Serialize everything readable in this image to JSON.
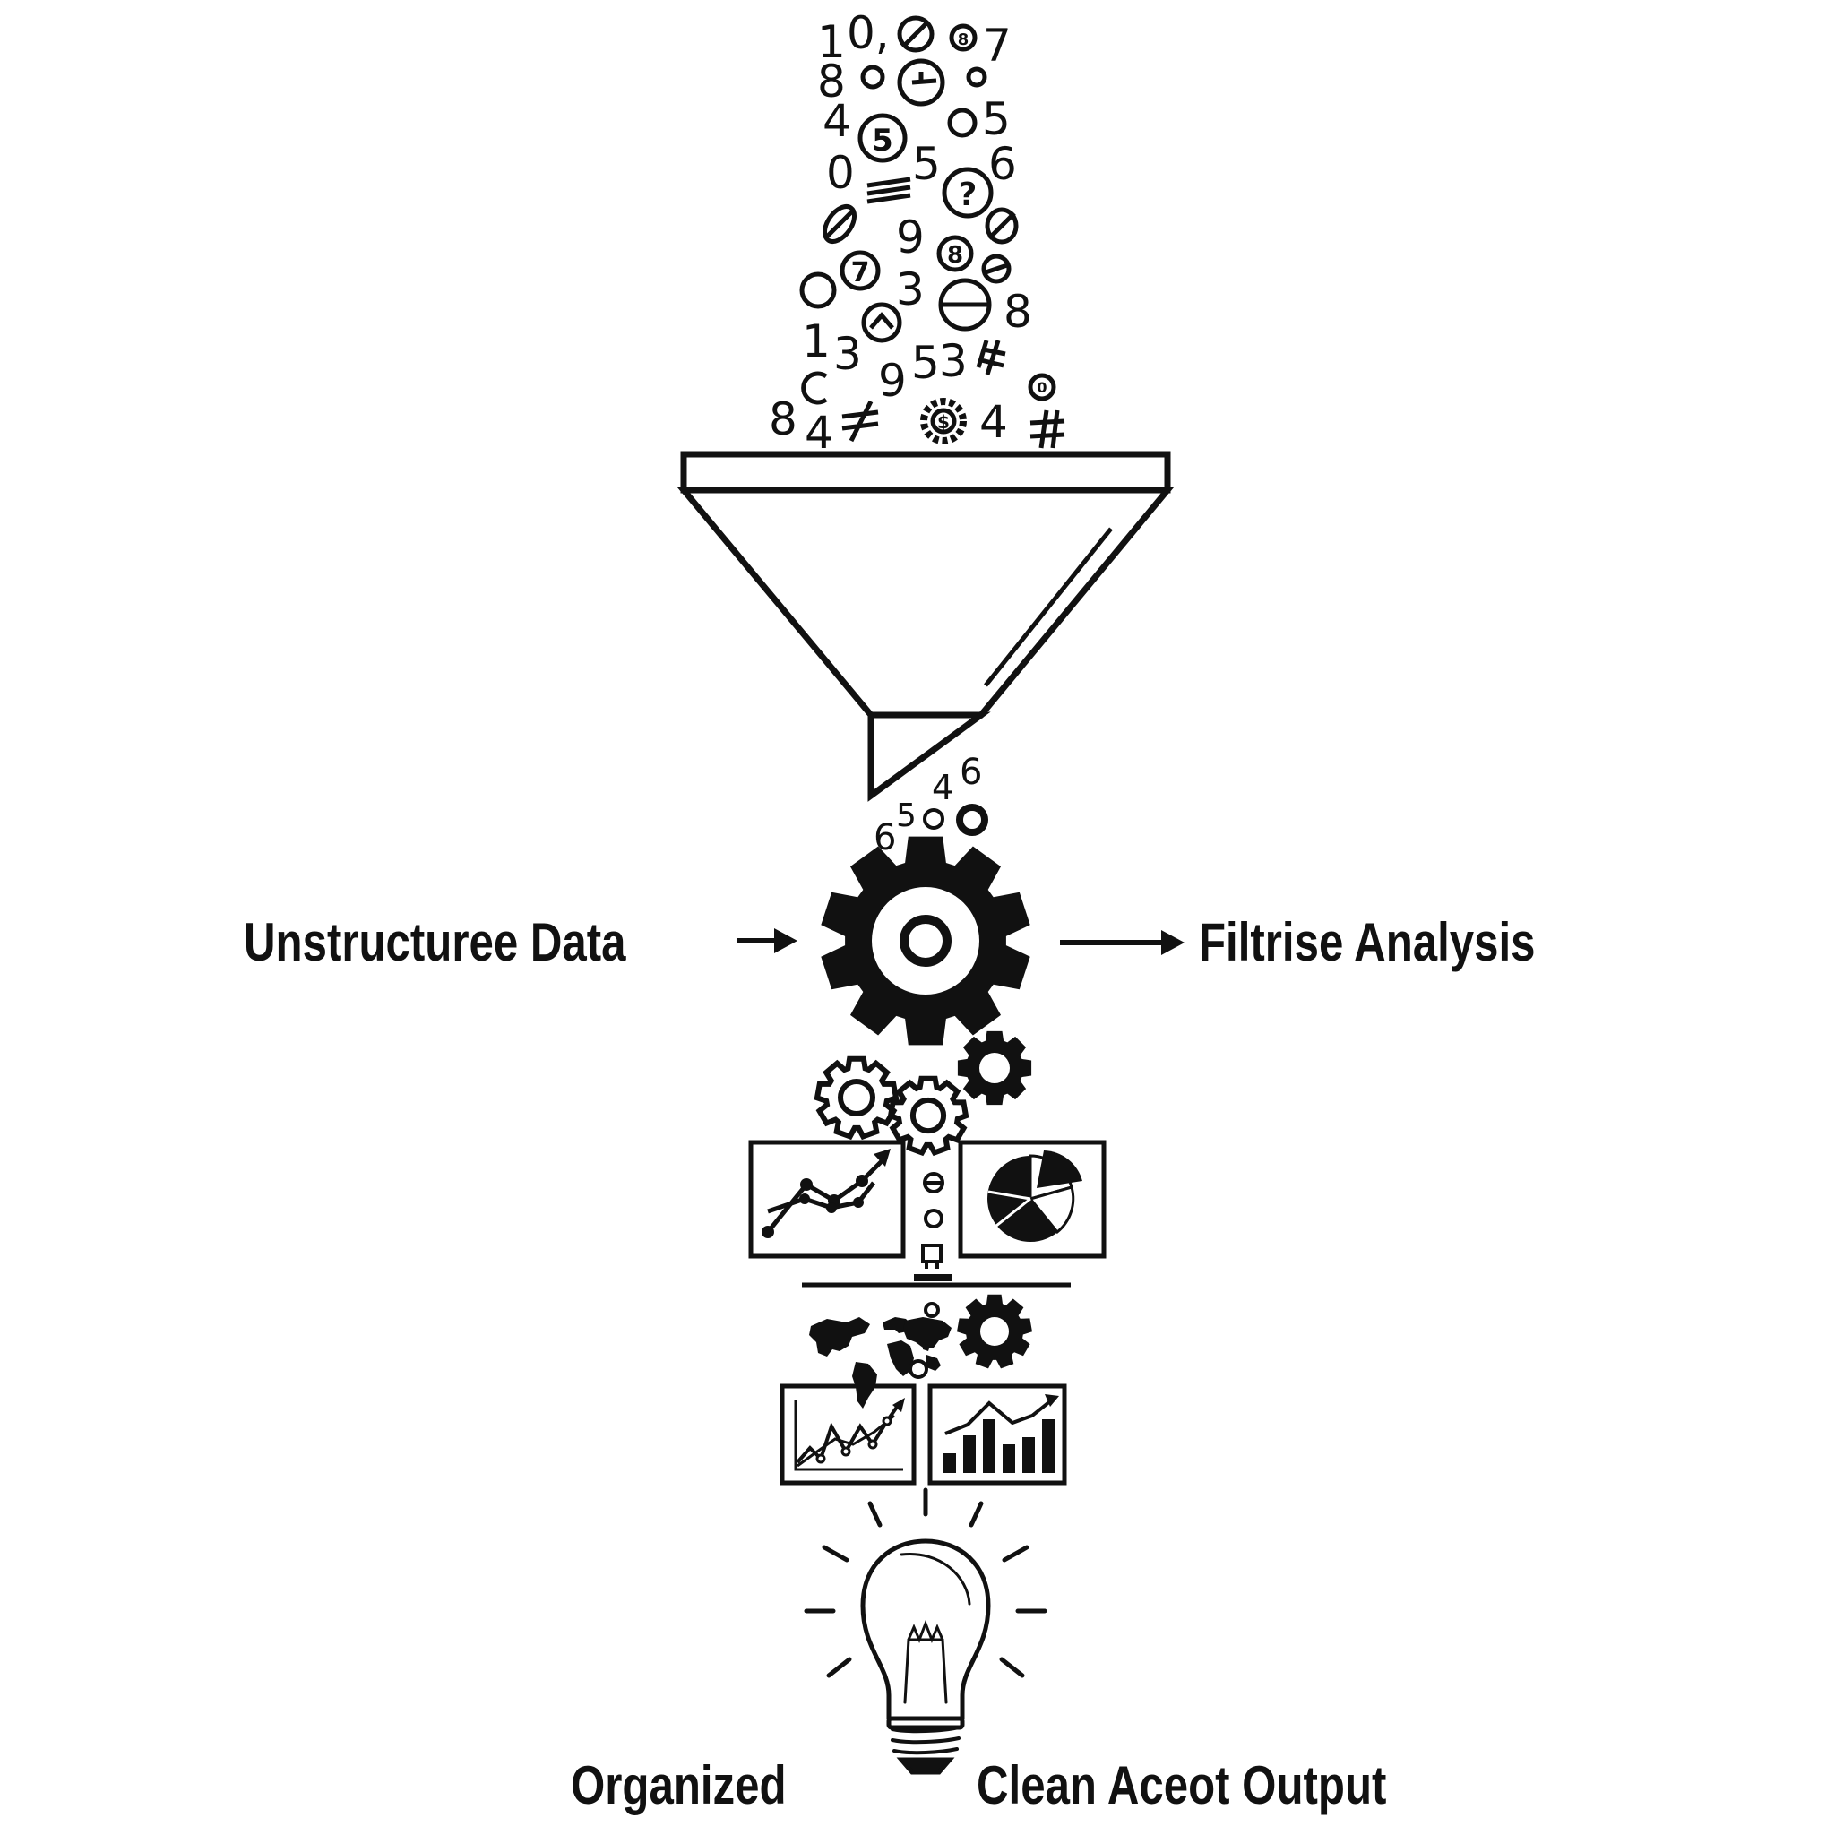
{
  "labels": {
    "input": "Unstructuree Data",
    "output": "Filtrise Analysis",
    "organized": "Organized",
    "clean": "Clean Aceot Output"
  },
  "symbols": {
    "top_stream": [
      "1",
      "0,",
      "7",
      "8",
      "4",
      "5",
      "5",
      "6",
      "0",
      "9",
      "3",
      "8",
      "1",
      "3",
      "9",
      "5",
      "3",
      "8",
      "4",
      "4"
    ],
    "funnel_outflow": [
      "4",
      "6",
      "6",
      "5"
    ],
    "circled": [
      "5",
      "?",
      "7",
      "8",
      "$",
      "8",
      "0"
    ]
  },
  "colors": {
    "ink": "#111111",
    "paper": "#ffffff"
  },
  "icons": [
    "funnel-icon",
    "gear-icon",
    "line-chart-icon",
    "pie-chart-icon",
    "world-map-icon",
    "bar-chart-icon",
    "light-bulb-icon"
  ]
}
